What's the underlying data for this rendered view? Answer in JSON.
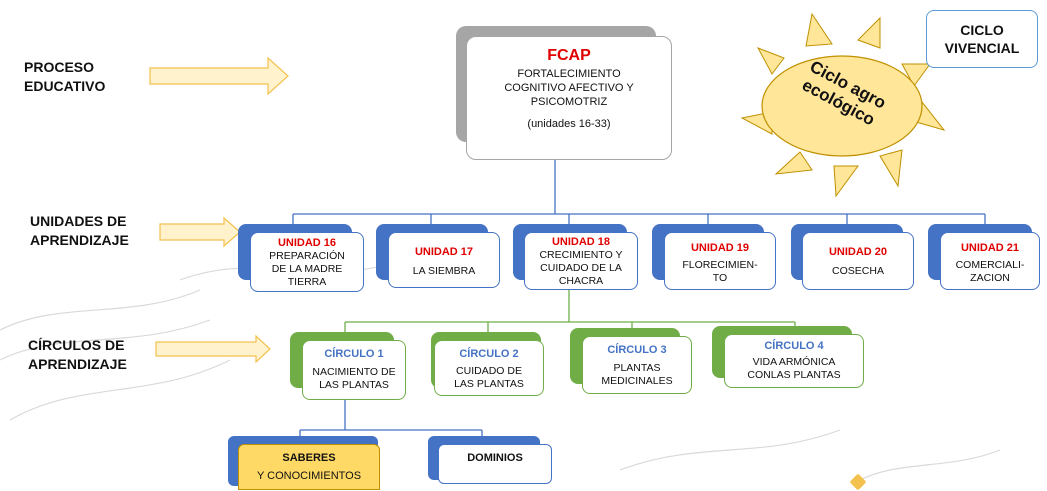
{
  "colors": {
    "accent_blue": "#4472c4",
    "accent_green": "#70ad47",
    "title_red": "#e00000",
    "sun": "#ffe699",
    "sun_stroke": "#bf9000",
    "arrow_fill": "#fff2cc",
    "arrow_stroke": "#f2c14e",
    "gray_back": "#a6a6a6"
  },
  "labels": {
    "proceso_line1": "PROCESO",
    "proceso_line2": "EDUCATIVO",
    "unidades_line1": "UNIDADES DE",
    "unidades_line2": "APRENDIZAJE",
    "circulos_line1": "CÍRCULOS DE",
    "circulos_line2": "APRENDIZAJE"
  },
  "ciclo_vivencial": {
    "line1": "CICLO",
    "line2": "VIVENCIAL"
  },
  "sun": {
    "line1": "Ciclo agro",
    "line2": "ecológico"
  },
  "fcap": {
    "title": "FCAP",
    "line1": "FORTALECIMIENTO",
    "line2": "COGNITIVO AFECTIVO Y",
    "line3": "PSICOMOTRIZ",
    "line4": "(unidades 16-33)"
  },
  "units": [
    {
      "title": "UNIDAD 16",
      "lines": [
        "PREPARACIÓN",
        "DE LA MADRE",
        "TIERRA"
      ]
    },
    {
      "title": "UNIDAD 17",
      "lines": [
        "LA SIEMBRA"
      ]
    },
    {
      "title": "UNIDAD 18",
      "lines": [
        "CRECIMIENTO Y",
        "CUIDADO DE LA",
        "CHACRA"
      ]
    },
    {
      "title": "UNIDAD 19",
      "lines": [
        "FLORECIMIEN-",
        "TO"
      ]
    },
    {
      "title": "UNIDAD 20",
      "lines": [
        "COSECHA"
      ]
    },
    {
      "title": "UNIDAD 21",
      "lines": [
        "COMERCIALI-",
        "ZACION"
      ]
    }
  ],
  "circles": [
    {
      "title": "CÍRCULO 1",
      "lines": [
        "NACIMIENTO DE",
        "LAS PLANTAS"
      ]
    },
    {
      "title": "CÍRCULO 2",
      "lines": [
        "CUIDADO DE",
        "LAS PLANTAS"
      ]
    },
    {
      "title": "CÍRCULO 3",
      "lines": [
        "PLANTAS",
        "MEDICINALES"
      ]
    },
    {
      "title": "CÍRCULO 4",
      "lines": [
        "VIDA ARMÓNICA",
        "CONLAS PLANTAS"
      ]
    }
  ],
  "saberes": {
    "line1": "SABERES",
    "line2": "Y CONOCIMIENTOS"
  },
  "dominios": {
    "line1": "DOMINIOS"
  }
}
